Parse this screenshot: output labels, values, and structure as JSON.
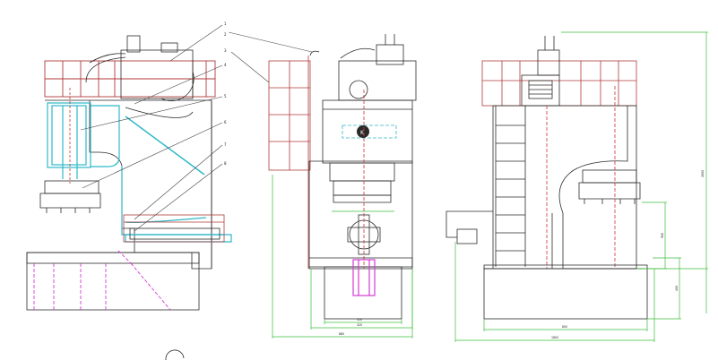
{
  "callouts": [
    "1",
    "2",
    "3",
    "4",
    "5",
    "6",
    "7",
    "8"
  ],
  "dimensions": {
    "front_base_width": "880",
    "front_inner_width": "420",
    "front_mid_width": "320",
    "side_total_width": "1800",
    "side_base_width": "800",
    "side_overall_height": "2800",
    "side_bed_height": "400",
    "side_table_height": "900"
  },
  "colors": {
    "outline": "#2a2a2a",
    "guard_red": "#b03a3a",
    "hydraulic_cyan": "#2fb8c8",
    "dimension_green": "#3cbf3c",
    "anchor_magenta": "#d43ad4",
    "centerline_red": "#cc3333"
  },
  "icons": {
    "front_panel_badge": "machine-logo-badge"
  }
}
